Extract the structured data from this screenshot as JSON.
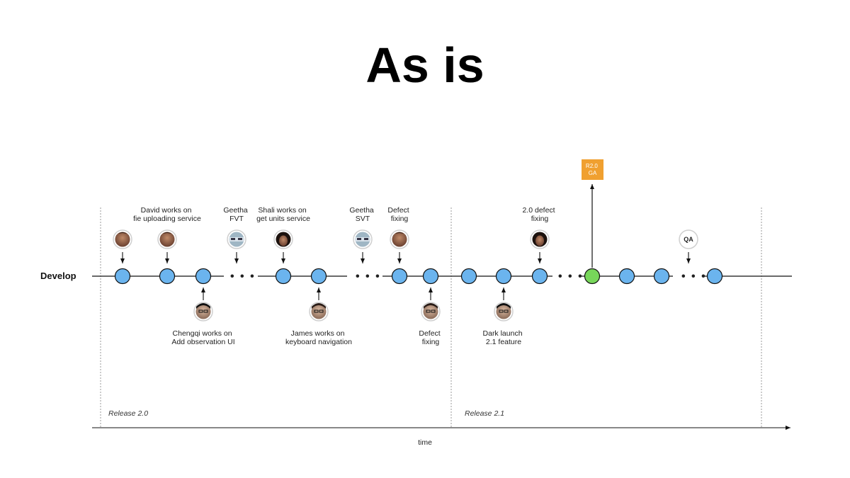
{
  "title": "As is",
  "branch_label": "Develop",
  "axis_label": "time",
  "releases": [
    "Release 2.0",
    "Release 2.1"
  ],
  "colors": {
    "commit": "#6bb4ee",
    "release_commit": "#77d65a",
    "ga_box": "#f0a030",
    "line": "#111111",
    "divider": "#999999"
  },
  "ga_label": [
    "R2.0",
    "GA"
  ],
  "qa_label": "QA",
  "ellipsis": "• • •",
  "events": {
    "david": [
      "David works on",
      "fie uploading service"
    ],
    "geetha_fvt": [
      "Geetha",
      "FVT"
    ],
    "shali": [
      "Shali works on",
      "get units service"
    ],
    "geetha_svt": [
      "Geetha",
      "SVT"
    ],
    "defect_top": [
      "Defect",
      "fixing"
    ],
    "defect_21": [
      "2.0 defect",
      "fixing"
    ],
    "chengqi": [
      "Chengqi works on",
      "Add observation UI"
    ],
    "james": [
      "James works on",
      "keyboard navigation"
    ],
    "defect_bottom": [
      "Defect",
      "fixing"
    ],
    "dark_launch": [
      "Dark launch",
      "2.1 feature"
    ]
  }
}
